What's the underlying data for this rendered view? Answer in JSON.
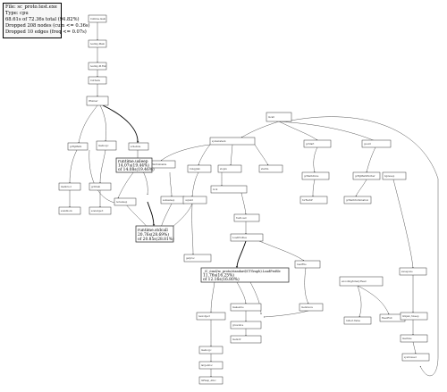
{
  "legend": {
    "file": "File: sc_proto.test.exe",
    "type": "Type: cpu",
    "total": "68.61s of 72.36s total (94.82%)",
    "dropped_nodes": "Dropped 208 nodes (cum <= 0.36s)",
    "dropped_edges": "Dropped 10 edges (freq <= 0.07s)"
  },
  "highlight_nodes": {
    "usleep": [
      "runtime.usleep",
      "14.07s(19.44%)",
      "of 14.08s(19.46%)"
    ],
    "stdcall": [
      "runtime.stdcall",
      "20.76s(28.69%)",
      "of 20.85s(28.81%)"
    ],
    "exec": [
      "_/C_/cmd/sc_proto/standard/CTGraph).LoadProfile",
      "11.76s(16.25%)",
      "of 12.16s(16.80%)"
    ]
  }
}
